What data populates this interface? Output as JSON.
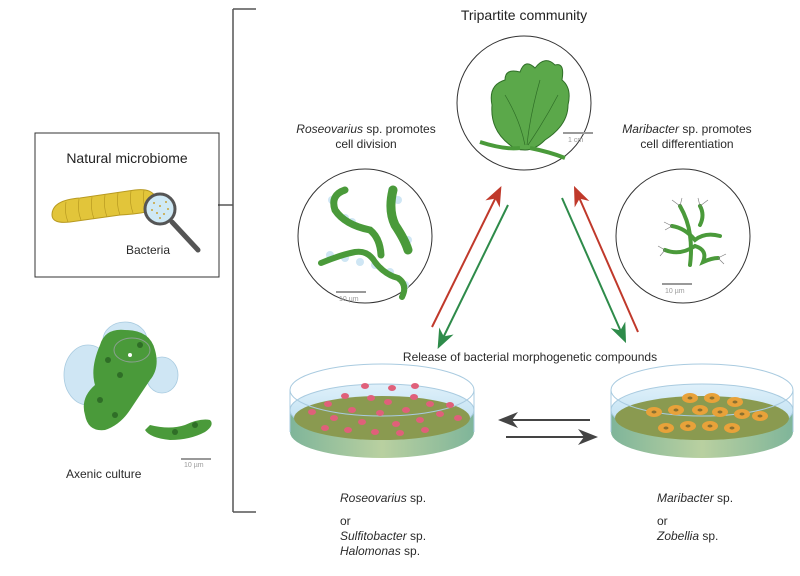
{
  "natural_microbiome": {
    "title": "Natural microbiome",
    "label": "Bacteria"
  },
  "axenic_culture": {
    "label": "Axenic culture",
    "scale_bar": "10 µm"
  },
  "tripartite": {
    "title": "Tripartite community",
    "scale_bar": "1 cm"
  },
  "roseovarius_panel": {
    "genus": "Roseovarius",
    "line1_rest": " sp. promotes",
    "line2": "cell division",
    "scale_bar": "10 µm"
  },
  "maribacter_panel": {
    "genus": "Maribacter",
    "line1_rest": " sp. promotes",
    "line2": "cell differentiation",
    "scale_bar": "10 µm"
  },
  "release_label": "Release of bacterial morphogenetic compounds",
  "left_dish_caption": {
    "line1_genus": "Roseovarius",
    "line1_rest": " sp.",
    "or": "or",
    "line2_genus": "Sulfitobacter",
    "line2_rest": " sp.",
    "line3_genus": "Halomonas",
    "line3_rest": " sp."
  },
  "right_dish_caption": {
    "line1_genus": "Maribacter",
    "line1_rest": " sp.",
    "or": "or",
    "line2_genus": "Zobellia",
    "line2_rest": " sp."
  },
  "colors": {
    "promote_arrow": "#c0392b",
    "release_arrow": "#2e8b4a",
    "algae_green": "#4a9a3a",
    "bacteria_yellow": "#e2c53a",
    "roseovarius_colony": "#e0607a",
    "maribacter_colony": "#e8a23a",
    "agar": "#8a9a50"
  }
}
